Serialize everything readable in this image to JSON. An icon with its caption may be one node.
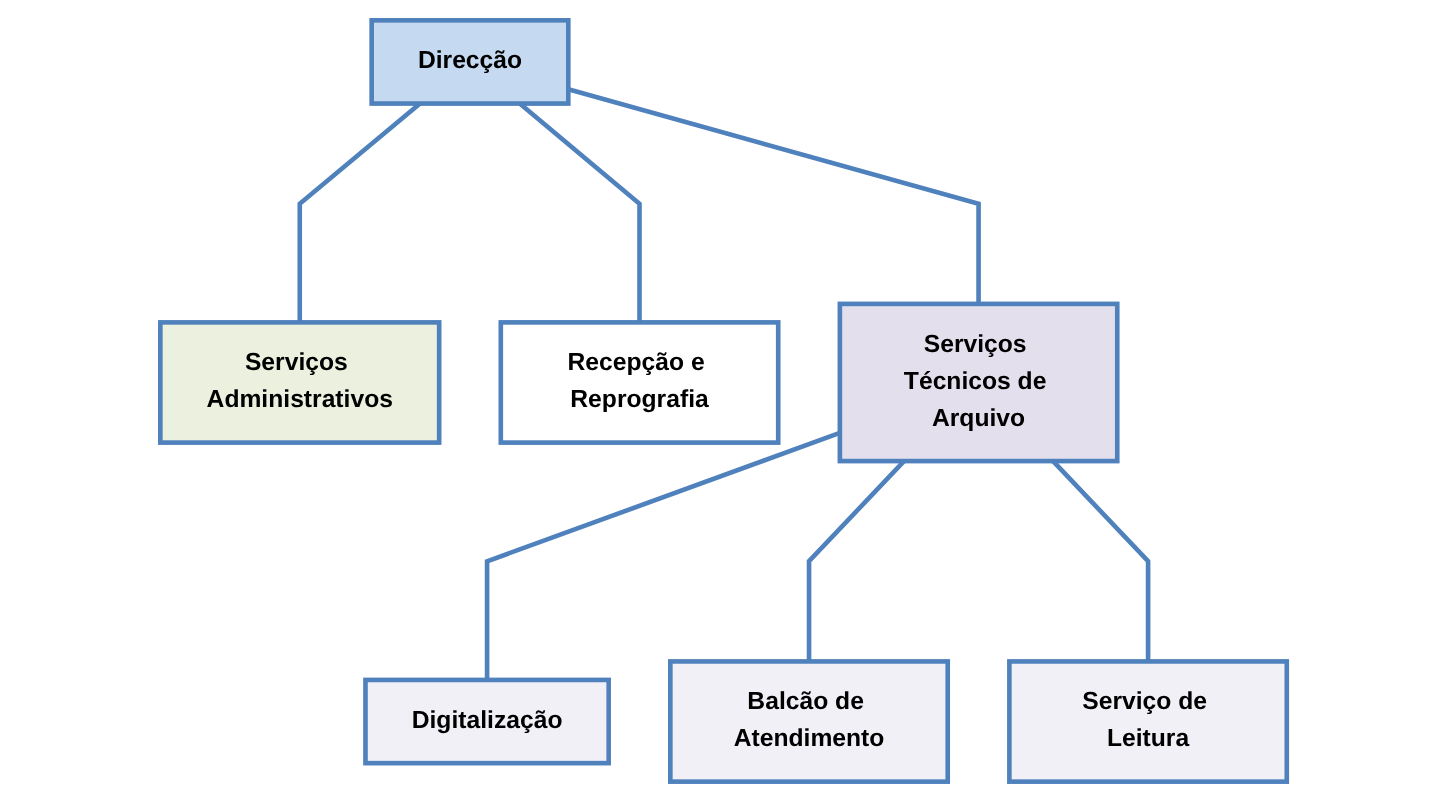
{
  "diagram": {
    "nodes": [
      {
        "text": [
          "Direcção"
        ]
      },
      {
        "text": [
          "Serviços Administrativos"
        ]
      },
      {
        "text": [
          "Recepção e Reprografia"
        ]
      },
      {
        "text": [
          "Serviços Técnicos de Arquivo"
        ]
      },
      {
        "text": [
          "Digitalização"
        ]
      },
      {
        "text": [
          "Balcão de Atendimento"
        ]
      },
      {
        "text": [
          "Serviço de Leitura"
        ]
      }
    ],
    "edges": [
      {
        "from": 0,
        "to": 1,
        "arrow": "none"
      },
      {
        "from": 0,
        "to": 2,
        "arrow": "none"
      },
      {
        "from": 0,
        "to": 3,
        "arrow": "none"
      },
      {
        "from": 3,
        "to": 4,
        "arrow": "none"
      },
      {
        "from": 3,
        "to": 5,
        "arrow": "none"
      },
      {
        "from": 3,
        "to": 6,
        "arrow": "none"
      }
    ]
  }
}
